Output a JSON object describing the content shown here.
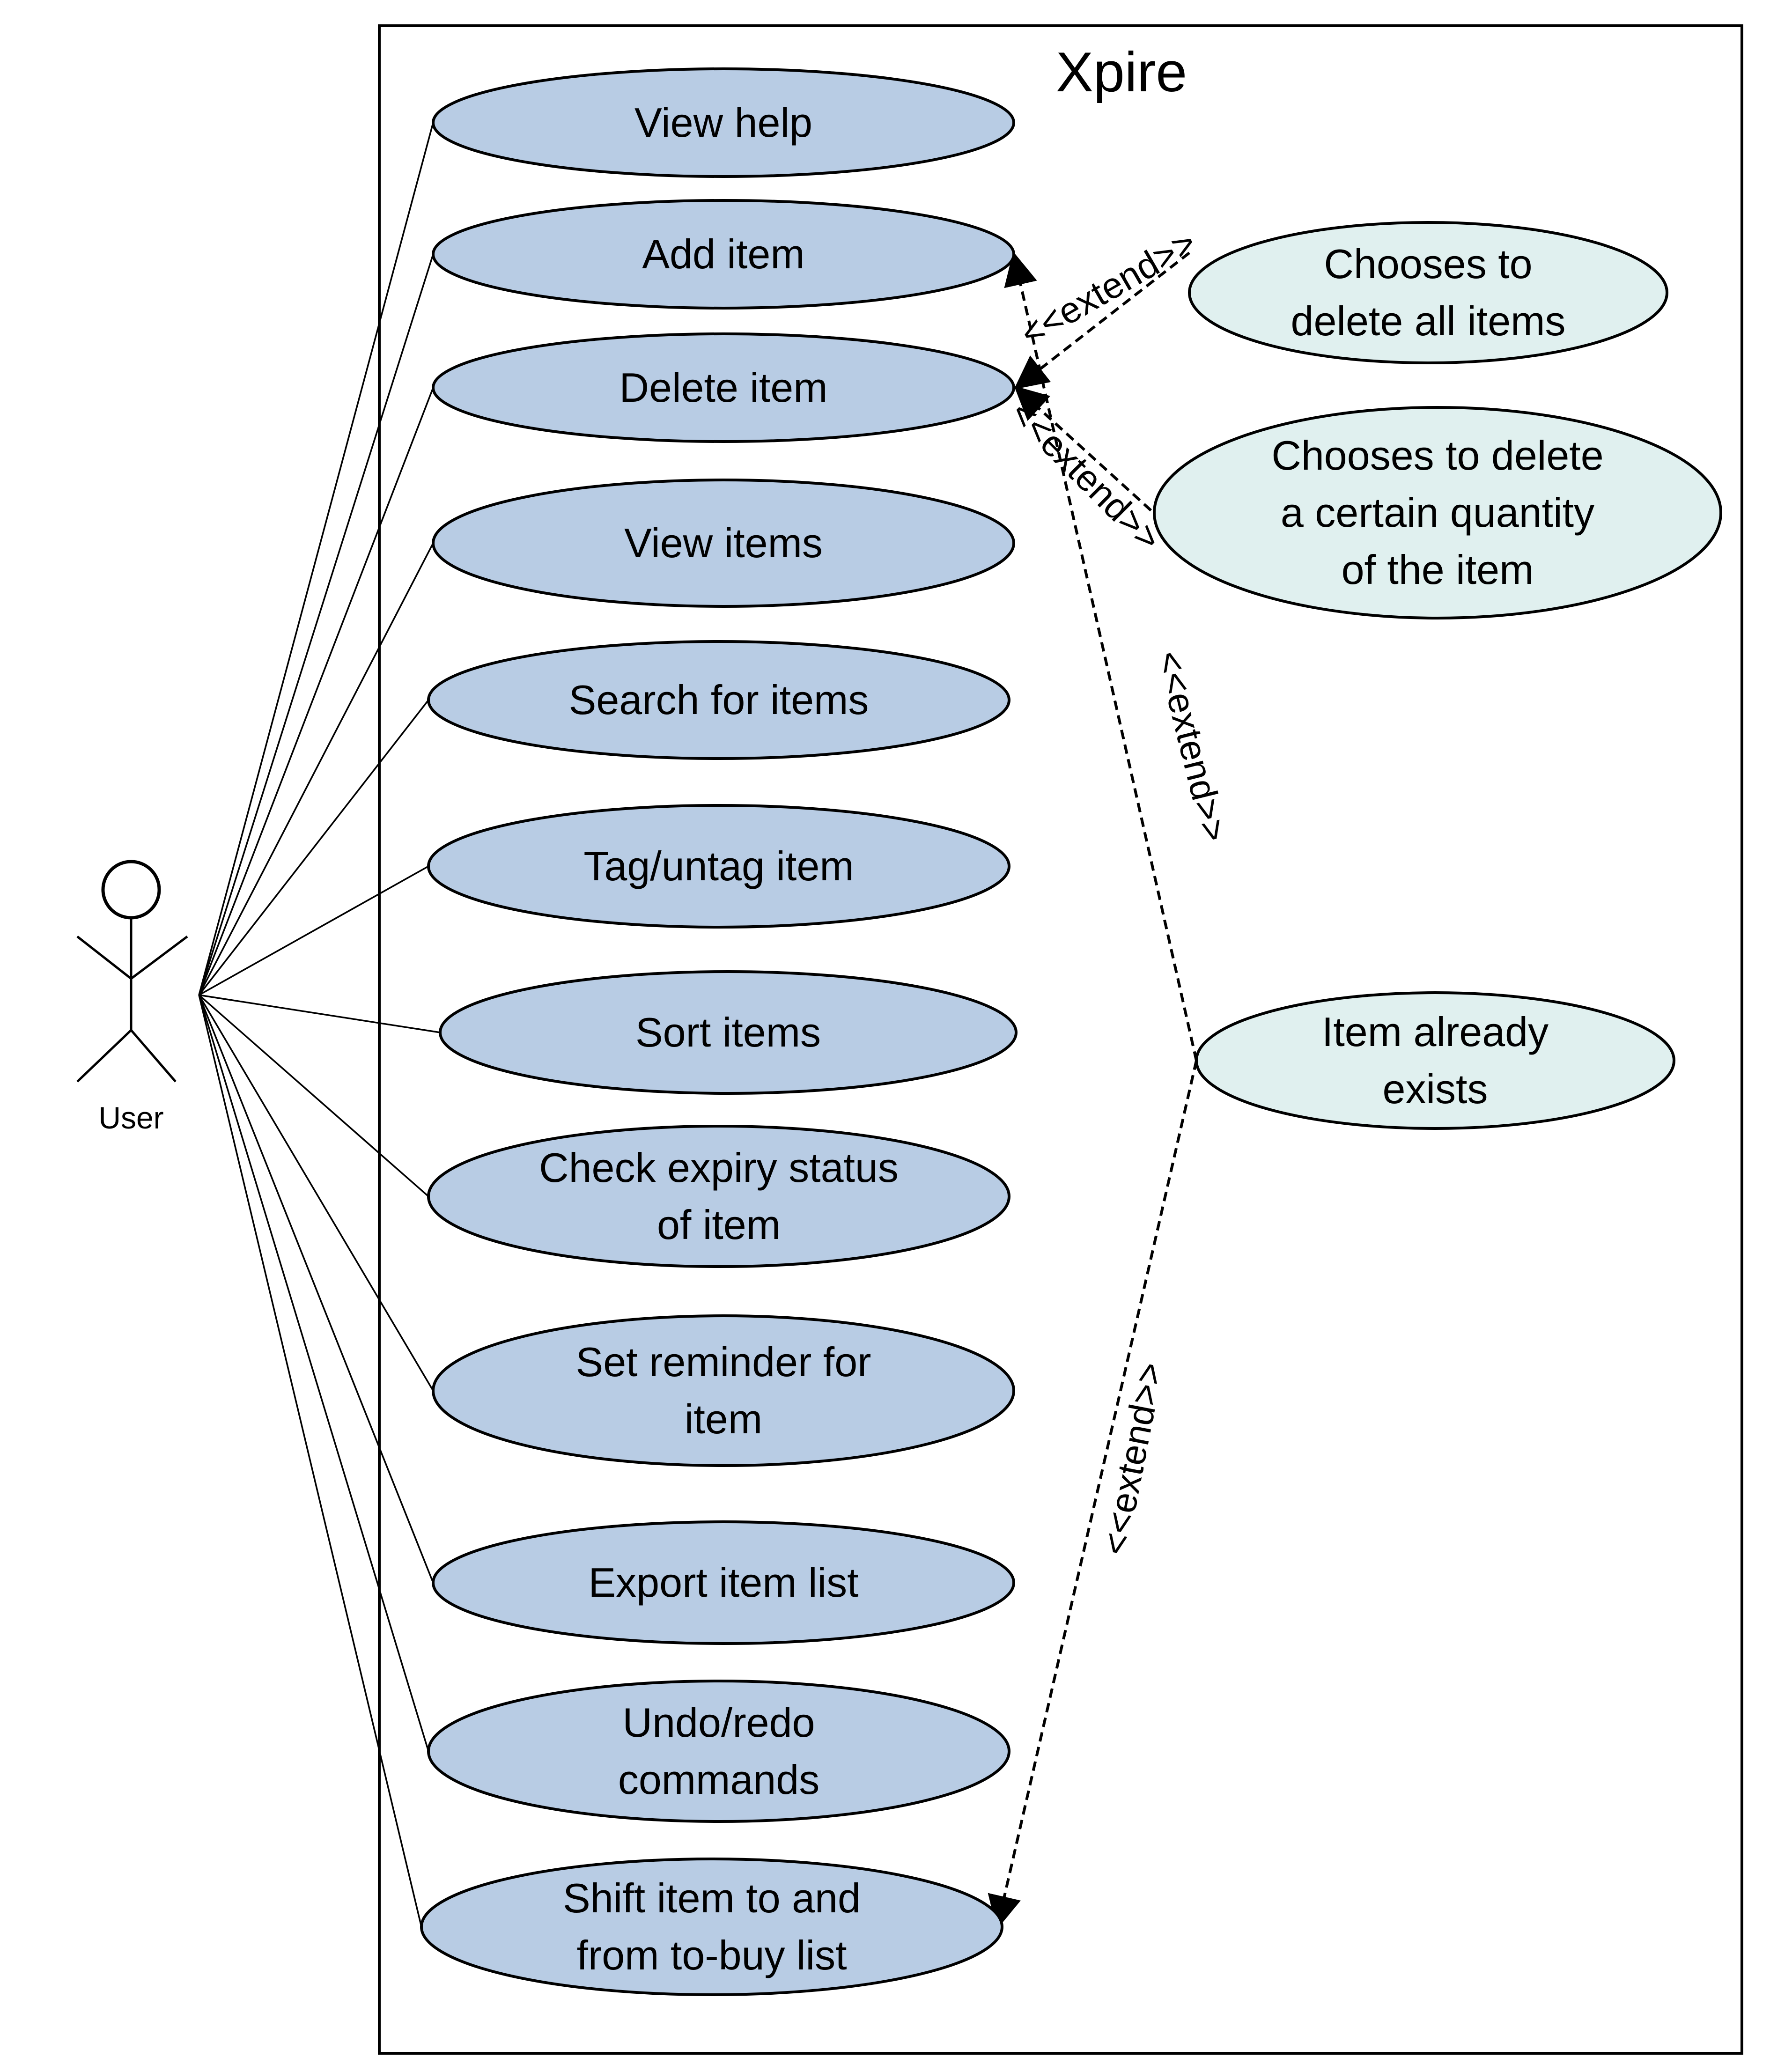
{
  "system": {
    "title": "Xpire"
  },
  "actor": {
    "label": "User"
  },
  "colors": {
    "primary_usecase_fill": "#b8cce4",
    "extension_usecase_fill": "#e0f0ef",
    "stroke": "#000000"
  },
  "use_cases": [
    {
      "id": "view-help",
      "lines": [
        "View help"
      ]
    },
    {
      "id": "add-item",
      "lines": [
        "Add item"
      ]
    },
    {
      "id": "delete-item",
      "lines": [
        "Delete item"
      ]
    },
    {
      "id": "view-items",
      "lines": [
        "View items"
      ]
    },
    {
      "id": "search-for-items",
      "lines": [
        "Search for items"
      ]
    },
    {
      "id": "tag-untag-item",
      "lines": [
        "Tag/untag item"
      ]
    },
    {
      "id": "sort-items",
      "lines": [
        "Sort items"
      ]
    },
    {
      "id": "check-expiry-status",
      "lines": [
        "Check expiry status",
        "of item"
      ]
    },
    {
      "id": "set-reminder",
      "lines": [
        "Set reminder for",
        "item"
      ]
    },
    {
      "id": "export-item-list",
      "lines": [
        "Export item list"
      ]
    },
    {
      "id": "undo-redo",
      "lines": [
        "Undo/redo",
        "commands"
      ]
    },
    {
      "id": "shift-item",
      "lines": [
        "Shift item to and",
        "from to-buy list"
      ]
    }
  ],
  "extension_cases": [
    {
      "id": "delete-all-items",
      "lines": [
        "Chooses to",
        "delete all items"
      ]
    },
    {
      "id": "delete-quantity",
      "lines": [
        "Chooses to delete",
        "a certain quantity",
        "of the item"
      ]
    },
    {
      "id": "item-already-exists",
      "lines": [
        "Item already",
        "exists"
      ]
    }
  ],
  "extend_relations": [
    {
      "from": "delete-all-items",
      "to": "delete-item",
      "label": "<<extend>>"
    },
    {
      "from": "delete-quantity",
      "to": "delete-item",
      "label": "<<extend>>"
    },
    {
      "from": "item-already-exists",
      "to": "add-item",
      "label": "<<extend>>"
    },
    {
      "from": "item-already-exists",
      "to": "shift-item",
      "label": "<<extend>>"
    }
  ]
}
